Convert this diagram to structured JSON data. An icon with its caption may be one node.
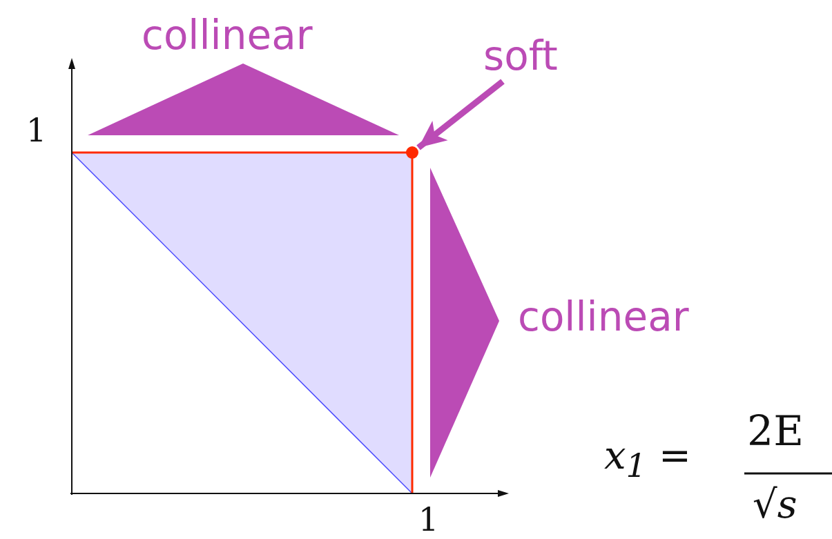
{
  "diagram": {
    "nodes": [
      {
        "text": [
          "soft"
        ]
      },
      {
        "text": [],
        "shape": "circle"
      },
      {
        "text": [],
        "shape": "triangle"
      },
      {
        "text": [],
        "shape": "triangle"
      }
    ],
    "edges": [
      {
        "from": 0,
        "to": 1,
        "arrow": "to"
      }
    ],
    "labels": [
      "collinear",
      "1",
      "collinear",
      "x$_{1}$ =",
      "2E",
      "√s",
      "1"
    ]
  }
}
